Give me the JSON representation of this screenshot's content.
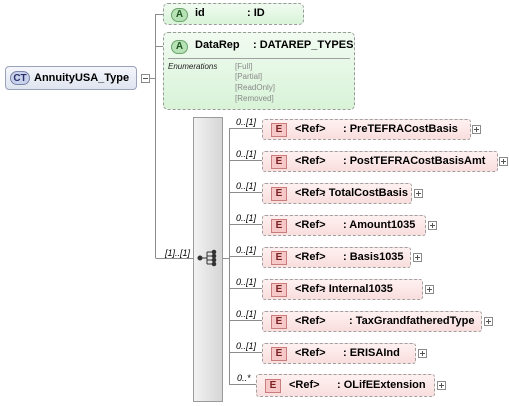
{
  "complex_type": {
    "badge": "CT",
    "name": "AnnuityUSA_Type"
  },
  "attributes": [
    {
      "badge": "A",
      "name": "id",
      "type": ": ID"
    },
    {
      "badge": "A",
      "name": "DataRep",
      "type": ": DATAREP_TYPES",
      "enumerations_label": "Enumerations",
      "enumerations": [
        "[Full]",
        "[Partial]",
        "[ReadOnly]",
        "[Removed]"
      ]
    }
  ],
  "sequence": {
    "cardinality": "[1]..[1]"
  },
  "elements": [
    {
      "cardinality": "0..[1]",
      "badge": "E",
      "ref": "<Ref>",
      "name": ": PreTEFRACostBasis"
    },
    {
      "cardinality": "0..[1]",
      "badge": "E",
      "ref": "<Ref>",
      "name": ": PostTEFRACostBasisAmt"
    },
    {
      "cardinality": "0..[1]",
      "badge": "E",
      "ref": "<Ref>",
      "name": ": TotalCostBasis"
    },
    {
      "cardinality": "0..[1]",
      "badge": "E",
      "ref": "<Ref>",
      "name": ": Amount1035"
    },
    {
      "cardinality": "0..[1]",
      "badge": "E",
      "ref": "<Ref>",
      "name": ": Basis1035"
    },
    {
      "cardinality": "0..[1]",
      "badge": "E",
      "ref": "<Ref>",
      "name": ": Internal1035"
    },
    {
      "cardinality": "0..[1]",
      "badge": "E",
      "ref": "<Ref>",
      "name": ": TaxGrandfatheredType"
    },
    {
      "cardinality": "0..[1]",
      "badge": "E",
      "ref": "<Ref>",
      "name": ": ERISAInd"
    },
    {
      "cardinality": "0..*",
      "badge": "E",
      "ref": "<Ref>",
      "name": ": OLifEExtension"
    }
  ]
}
